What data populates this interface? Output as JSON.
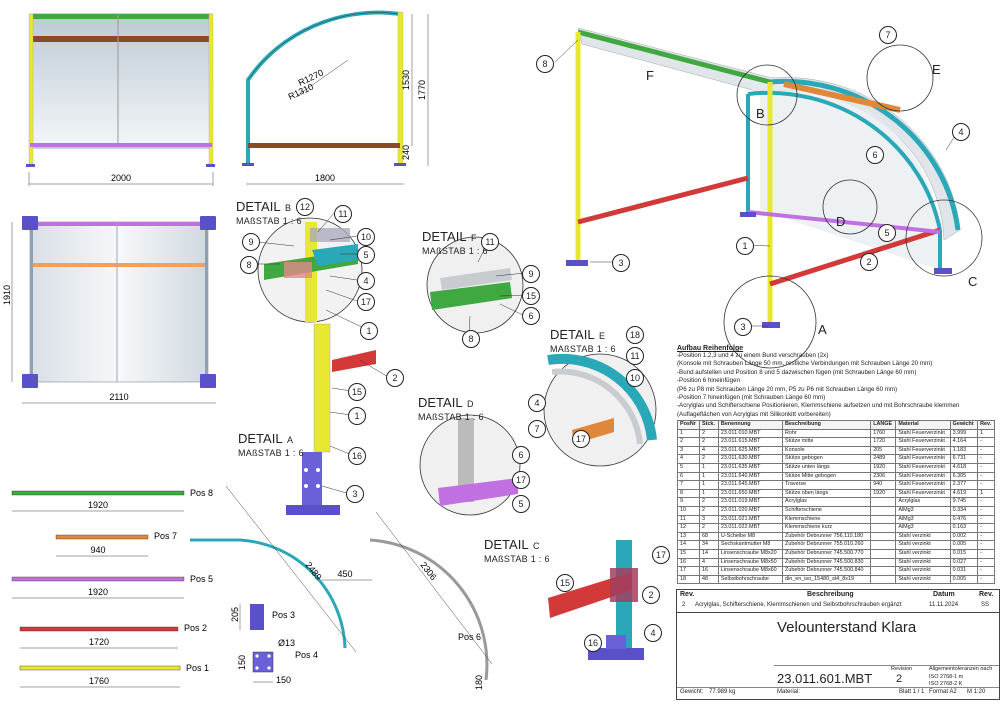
{
  "dimensions": {
    "front_width": "2000",
    "arc_r1": "R1270",
    "arc_r2": "R1310",
    "side_h1": "1530",
    "side_h2": "1770",
    "side_240": "240",
    "side_width": "1800",
    "top_depth": "1910",
    "top_width": "2110",
    "pos8_len": "1920",
    "pos7_len": "940",
    "pos5_len": "1920",
    "pos2_len": "1720",
    "pos1_len": "1760",
    "pos4_len": "2489",
    "pos6_len": "2306",
    "pos6_450": "450",
    "pos3_h": "205",
    "pos3_d": "Ø13",
    "pos3_w": "150",
    "pos3_h2": "150",
    "pos6_180": "180"
  },
  "pos_labels": {
    "p8": "Pos 8",
    "p7": "Pos 7",
    "p5": "Pos 5",
    "p2": "Pos 2",
    "p1": "Pos 1",
    "p4": "Pos 4",
    "p6": "Pos 6",
    "p3": "Pos 3"
  },
  "details": {
    "b": {
      "title": "DETAIL",
      "letter": "B",
      "scale": "MAßSTAB 1 : 6"
    },
    "f": {
      "title": "DETAIL",
      "letter": "F",
      "scale": "MAßSTAB 1 : 6"
    },
    "e": {
      "title": "DETAIL",
      "letter": "E",
      "scale": "MAßSTAB 1 : 6"
    },
    "d": {
      "title": "DETAIL",
      "letter": "D",
      "scale": "MAßSTAB 1 : 6"
    },
    "a": {
      "title": "DETAIL",
      "letter": "A",
      "scale": "MAßSTAB 1 : 6"
    },
    "c": {
      "title": "DETAIL",
      "letter": "C",
      "scale": "MAßSTAB 1 : 6"
    }
  },
  "iso_letters": {
    "a": "A",
    "b": "B",
    "c": "C",
    "d": "D",
    "e": "E",
    "f": "F"
  },
  "balloons": {
    "n1": "1",
    "n2": "2",
    "n3": "3",
    "n4": "4",
    "n5": "5",
    "n6": "6",
    "n7": "7",
    "n8": "8",
    "n9": "9",
    "n10": "10",
    "n11": "11",
    "n12": "12",
    "n15": "15",
    "n16": "16",
    "n17": "17",
    "n18": "18"
  },
  "instructions": {
    "title": "Aufbau Reihenfolge",
    "lines": [
      "-Position 1,2,3 und 4 zu einem Bund verschrauben (2x)",
      "(Konsole mit Schrauben Länge 50 mm, restliche Verbindungen mit Schrauben Länge 20 mm)",
      "-Bund aufstellen und Position 8 und 5 dazwischen fügen (mit Schrauben Länge 60 mm)",
      "-Position 6 hineinfügen",
      "(P6 zu P8 mit Schrauben Länge 20 mm, P5 zu P6 mit Schrauben Länge 60 mm)",
      "-Position 7 hineinfügen (mit Schrauben Länge 60 mm)",
      "-Acrylglas und Schifterschiene Positionieren, Klemmschiene aufsetzen und mit Bohrschraube klemmen",
      "(Auflageflächen von Acrylglas mit Silikonkitt vorbereiten)"
    ]
  },
  "bom": {
    "headers": [
      "PosNr",
      "Stck.",
      "Benennung",
      "Beschreibung",
      "LÄNGE",
      "Material",
      "Gewicht",
      "Rev."
    ],
    "rows": [
      [
        "1",
        "2",
        "23.011.010.MBT",
        "Rohr",
        "1760",
        "Stahl Feuerverzinkt",
        "3.999",
        "1"
      ],
      [
        "2",
        "2",
        "23.011.615.MBT",
        "Stütze mitte",
        "1720",
        "Stahl Feuerverzinkt",
        "4.164",
        "-"
      ],
      [
        "3",
        "4",
        "23.011.625.MBT",
        "Konsole",
        "205",
        "Stahl Feuerverzinkt",
        "1.183",
        "-"
      ],
      [
        "4",
        "2",
        "23.011.630.MBT",
        "Stütze gebogen",
        "2489",
        "Stahl Feuerverzinkt",
        "6.731",
        "-"
      ],
      [
        "5",
        "1",
        "23.011.635.MBT",
        "Stütze unten längs",
        "1920",
        "Stahl Feuerverzinkt",
        "4.618",
        "-"
      ],
      [
        "6",
        "1",
        "23.011.640.MBT",
        "Stütze Mitte gebogen",
        "2306",
        "Stahl Feuerverzinkt",
        "6.305",
        "-"
      ],
      [
        "7",
        "1",
        "23.011.645.MBT",
        "Traverse",
        "940",
        "Stahl Feuerverzinkt",
        "2.377",
        "-"
      ],
      [
        "8",
        "1",
        "23.011.650.MBT",
        "Stütze oben längs",
        "1920",
        "Stahl Feuerverzinkt",
        "4.619",
        "1"
      ],
      [
        "9",
        "2",
        "23.011.019.MBT",
        "Acrylglas",
        "",
        "Acrylglas",
        "9.745",
        "-"
      ],
      [
        "10",
        "2",
        "23.011.020.MBT",
        "Schifterschiene",
        "",
        "AlMg3",
        "0.334",
        "-"
      ],
      [
        "11",
        "3",
        "23.011.021.MBT",
        "Klemmschiene",
        "",
        "AlMg3",
        "0.476",
        "-"
      ],
      [
        "12",
        "2",
        "23.011.022.MBT",
        "Klemmschiene kurz",
        "",
        "AlMg3",
        "0.163",
        "-"
      ],
      [
        "13",
        "68",
        "U-Scheibe M8",
        "Zubehör Debrunner 756.110.180",
        "",
        "Stahl verzinkt",
        "0.002",
        "-"
      ],
      [
        "14",
        "34",
        "Sechskantmutter M8",
        "Zubehör Debrunner 755.010.260",
        "",
        "Stahl verzinkt",
        "0.005",
        "-"
      ],
      [
        "15",
        "14",
        "Linsenschraube M8x20",
        "Zubehör Debrunner 745.500.770",
        "",
        "Stahl verzinkt",
        "0.015",
        "-"
      ],
      [
        "16",
        "4",
        "Linsenschraube M8x50",
        "Zubehör Debrunner 745.500.830",
        "",
        "Stahl verzinkt",
        "0.027",
        "-"
      ],
      [
        "17",
        "16",
        "Linsenschraube M8x60",
        "Zubehör Debrunner 745.500.840",
        "",
        "Stahl verzinkt",
        "0.031",
        "-"
      ],
      [
        "18",
        "48",
        "Selbstbohrschraube",
        "din_en_iso_15480_st4_8x19",
        "",
        "Stahl verzinkt",
        "0.005",
        "-"
      ]
    ]
  },
  "revision": {
    "h_rev": "Rev.",
    "h_desc": "Beschreibung",
    "h_date": "Datum",
    "h_rev2": "Rev.",
    "rev": "2",
    "desc": "Acrylglas, Schifterschiene, Klemmschienen und Selbstbohrschrauben ergänzt",
    "date": "11.11.2024",
    "by": "SS"
  },
  "titleblock": {
    "title": "Velounterstand Klara",
    "drawing_no": "23.011.601.MBT",
    "revision_label": "Revision",
    "revision": "2",
    "tol1": "Allgemeintoleranzen nach",
    "tol2": "ISO 2768-1 m",
    "tol3": "ISO 2768-2 K",
    "weight_label": "Gewicht:",
    "weight": "77.989 kg",
    "material_label": "Material:",
    "sheet": "Blatt 1 / 1",
    "format": "Format A2",
    "scale": "M 1:20"
  },
  "colors": {
    "pos1": "#e8e830",
    "pos2": "#d23a3a",
    "pos3": "#5a50c8",
    "pos4": "#2aa8b8",
    "pos5": "#c070e0",
    "pos6": "#9a9a9a",
    "pos7": "#e0873a",
    "pos8": "#40a840"
  }
}
